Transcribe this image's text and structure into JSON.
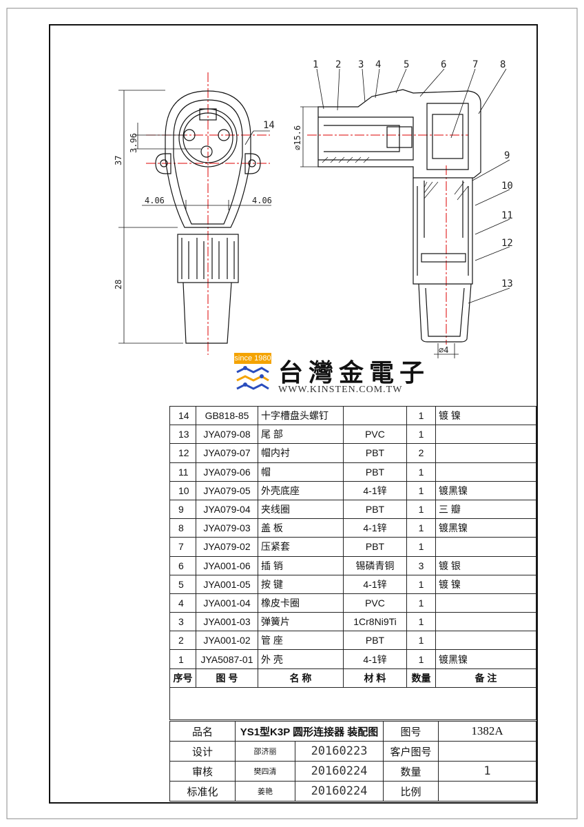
{
  "front_view": {
    "dims": [
      "37",
      "28",
      "3.96",
      "4.06",
      "4.06"
    ],
    "callout": "14"
  },
  "section_view": {
    "callouts": [
      "1",
      "2",
      "3",
      "4",
      "5",
      "6",
      "7",
      "8",
      "9",
      "10",
      "11",
      "12",
      "13"
    ],
    "dia_large": "⌀15.6",
    "dia_small": "⌀4"
  },
  "logo": {
    "since": "since 1980",
    "brand": "台灣金電子",
    "url": "WWW.KINSTEN.COM.TW"
  },
  "bom": {
    "rows": [
      {
        "no": "14",
        "code": "GB818-85",
        "name": "十字槽盘头螺钉",
        "material": "",
        "qty": "1",
        "note": "镀 镍"
      },
      {
        "no": "13",
        "code": "JYA079-08",
        "name": "尾 部",
        "material": "PVC",
        "qty": "1",
        "note": ""
      },
      {
        "no": "12",
        "code": "JYA079-07",
        "name": "帽内衬",
        "material": "PBT",
        "qty": "2",
        "note": ""
      },
      {
        "no": "11",
        "code": "JYA079-06",
        "name": "帽",
        "material": "PBT",
        "qty": "1",
        "note": ""
      },
      {
        "no": "10",
        "code": "JYA079-05",
        "name": "外壳底座",
        "material": "4-1锌",
        "qty": "1",
        "note": "镀黑镍"
      },
      {
        "no": "9",
        "code": "JYA079-04",
        "name": "夹线圈",
        "material": "PBT",
        "qty": "1",
        "note": "三 瓣"
      },
      {
        "no": "8",
        "code": "JYA079-03",
        "name": "盖 板",
        "material": "4-1锌",
        "qty": "1",
        "note": "镀黑镍"
      },
      {
        "no": "7",
        "code": "JYA079-02",
        "name": "压紧套",
        "material": "PBT",
        "qty": "1",
        "note": ""
      },
      {
        "no": "6",
        "code": "JYA001-06",
        "name": "插 销",
        "material": "锡磷青铜",
        "qty": "3",
        "note": "镀 银"
      },
      {
        "no": "5",
        "code": "JYA001-05",
        "name": "按 键",
        "material": "4-1锌",
        "qty": "1",
        "note": "镀 镍"
      },
      {
        "no": "4",
        "code": "JYA001-04",
        "name": "橡皮卡圈",
        "material": "PVC",
        "qty": "1",
        "note": ""
      },
      {
        "no": "3",
        "code": "JYA001-03",
        "name": "弹簧片",
        "material": "1Cr8Ni9Ti",
        "qty": "1",
        "note": ""
      },
      {
        "no": "2",
        "code": "JYA001-02",
        "name": "管 座",
        "material": "PBT",
        "qty": "1",
        "note": ""
      },
      {
        "no": "1",
        "code": "JYA5087-01",
        "name": "外 壳",
        "material": "4-1锌",
        "qty": "1",
        "note": "镀黑镍"
      }
    ],
    "header": {
      "no": "序号",
      "code": "图 号",
      "name": "名 称",
      "material": "材 料",
      "qty": "数量",
      "note": "备 注"
    }
  },
  "title_block": {
    "product_label": "品名",
    "product_value": "YS1型K3P 圆形连接器 装配图",
    "drawing_no_label": "图号",
    "drawing_no_value": "1382A",
    "design_label": "设计",
    "design_sign": "邵济丽",
    "design_date": "20160223",
    "customer_no_label": "客户图号",
    "customer_no_value": "",
    "review_label": "审核",
    "review_sign": "樊四清",
    "review_date": "20160224",
    "quantity_label": "数量",
    "quantity_value": "1",
    "standard_label": "标准化",
    "standard_sign": "姜艳",
    "standard_date": "20160224",
    "scale_label": "比例",
    "scale_value": ""
  }
}
